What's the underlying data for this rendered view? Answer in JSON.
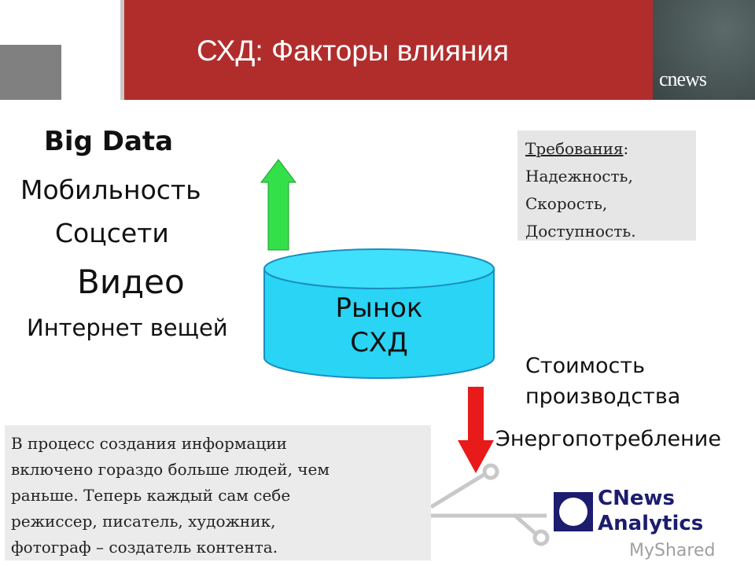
{
  "slide": {
    "title": "СХД: Факторы влияния",
    "header_logo": "cnews",
    "factors": [
      "Big Data",
      "Мобильность",
      "Соцсети",
      "Видео",
      "Интернет вещей"
    ],
    "cylinder": {
      "line1": "Рынок",
      "line2": "СХД",
      "color": "#29d4f5"
    },
    "requirements": {
      "heading": "Требования",
      "colon": ":",
      "items": [
        "Надежность,",
        "Скорость,",
        "Доступность."
      ]
    },
    "costs": [
      "Стоимость",
      "производства",
      "Энергопотребление"
    ],
    "note": [
      "В процесс создания информации",
      "включено гораздо больше людей, чем",
      "раньше. Теперь каждый сам себе",
      "режиссер, писатель, художник,",
      "фотограф – создатель контента."
    ],
    "logo": {
      "line1": "CNews",
      "line2": "Analytics"
    },
    "watermark": "MyShared",
    "colors": {
      "header": "#b12d2c",
      "up_arrow": "#33e04a",
      "down_arrow": "#e81a1a",
      "logo": "#1c1d6e"
    }
  }
}
